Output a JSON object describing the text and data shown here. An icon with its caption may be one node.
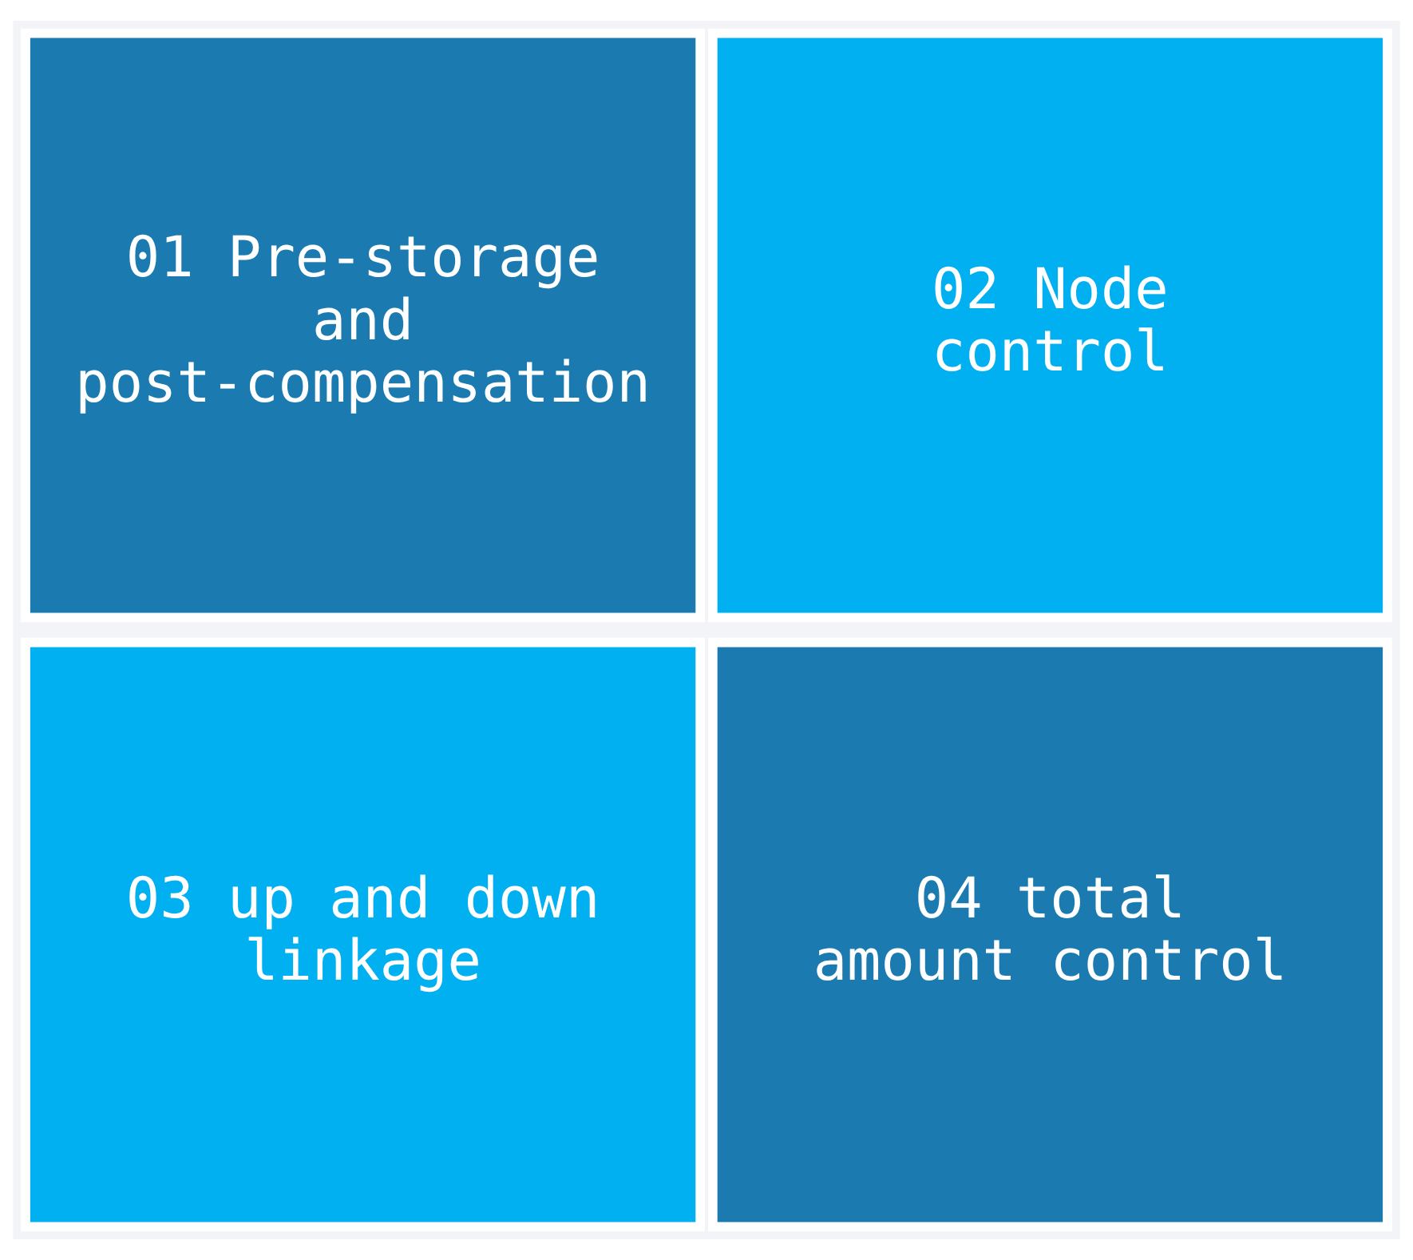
{
  "diagram": {
    "nodes": [
      {
        "text": [
          "01 Pre-storage and post-compensation"
        ]
      },
      {
        "text": [
          "02 Node control"
        ]
      },
      {
        "text": [
          "03 up and down linkage"
        ]
      },
      {
        "text": [
          "04 total amount control"
        ]
      }
    ]
  }
}
